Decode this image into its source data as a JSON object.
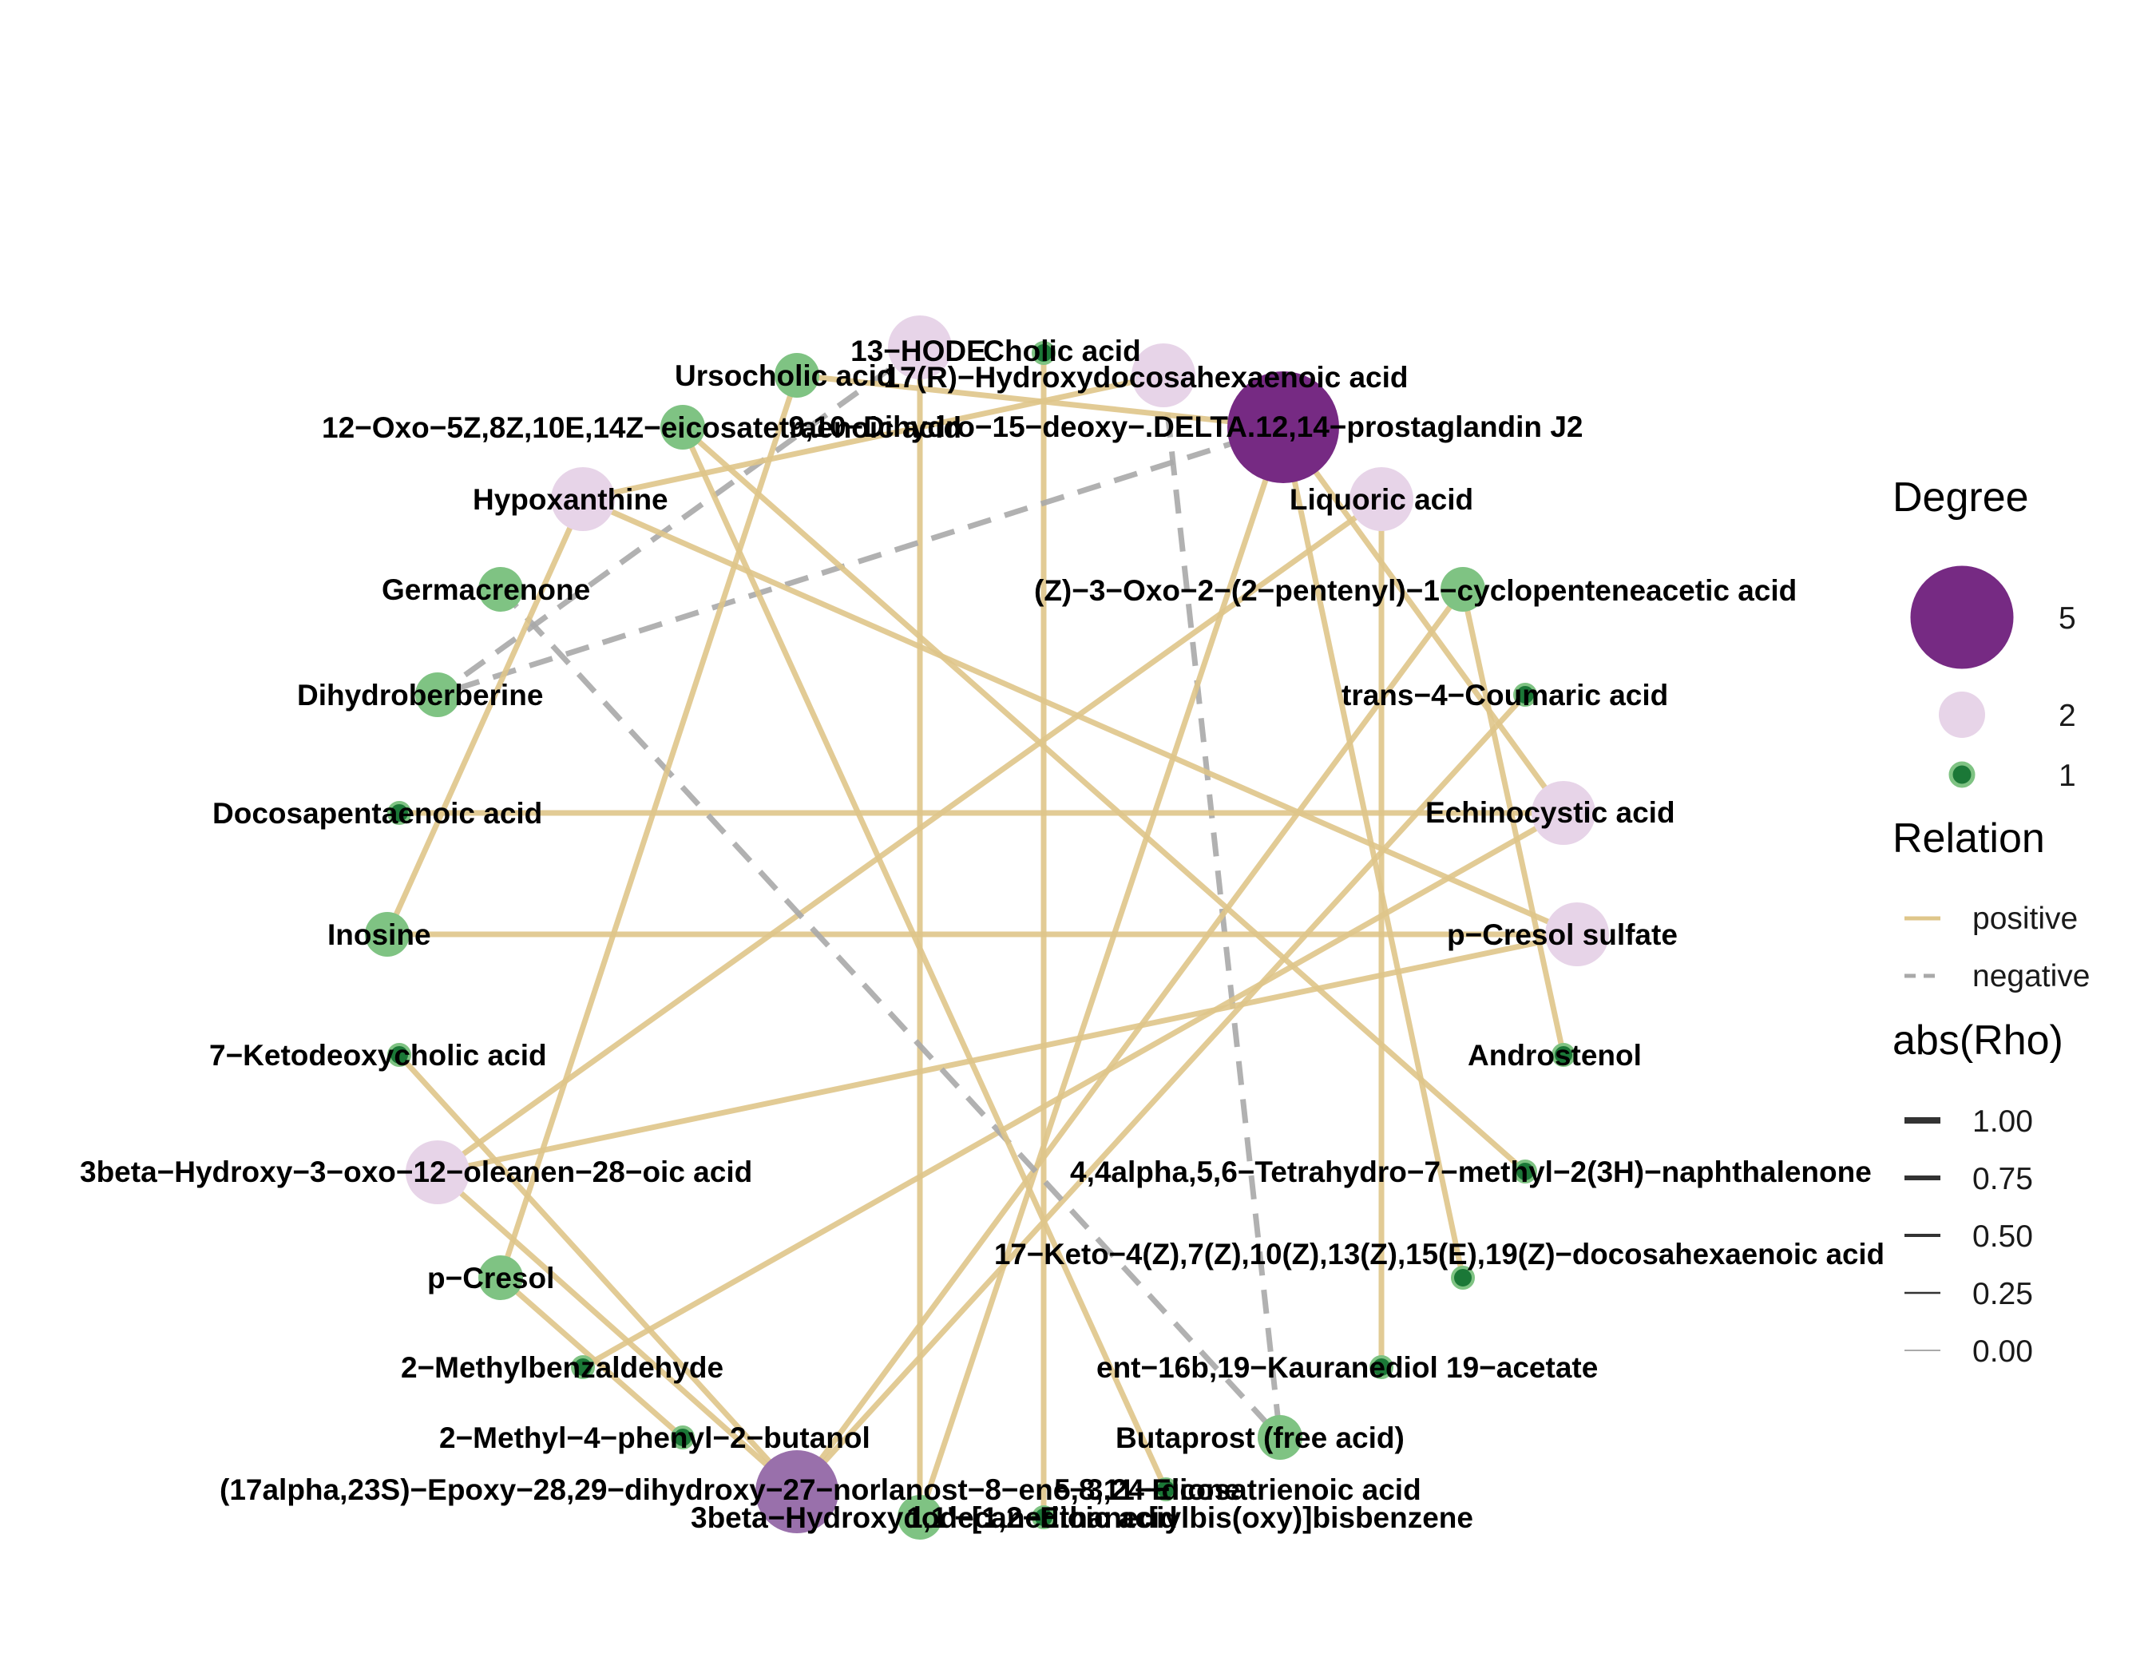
{
  "colors": {
    "positive": "#DFC68A",
    "negative": "#A9A9A9",
    "degree5": "#762A83",
    "degree3": "#9970AB",
    "degree2": "#E7D4E8",
    "degree1_ring_large": "#7FC383",
    "degree1_small": "#1B7837"
  },
  "legend": {
    "degree_title": "Degree",
    "degree_items": [
      "5",
      "2",
      "1"
    ],
    "relation_title": "Relation",
    "relation_items": [
      "positive",
      "negative"
    ],
    "rho_title": "abs(Rho)",
    "rho_items": [
      "1.00",
      "0.75",
      "0.50",
      "0.25",
      "0.00"
    ]
  },
  "nodes": [
    {
      "id": "13hode",
      "label": "13−HODE",
      "degree": 2
    },
    {
      "id": "cholic",
      "label": "Cholic acid",
      "degree": 1
    },
    {
      "id": "17rhydroxy",
      "label": "17(R)−Hydroxydocosahexaenoic acid",
      "degree": 2
    },
    {
      "id": "pgj2",
      "label": "9,10−Dihydro−15−deoxy−.DELTA.12,14−prostaglandin J2",
      "degree": 5
    },
    {
      "id": "liquoric",
      "label": "Liquoric acid",
      "degree": 2
    },
    {
      "id": "z3oxo",
      "label": "(Z)−3−Oxo−2−(2−pentenyl)−1−cyclopenteneacetic acid",
      "degree": 1
    },
    {
      "id": "coumaric",
      "label": "trans−4−Coumaric acid",
      "degree": 1
    },
    {
      "id": "echinocystic",
      "label": "Echinocystic acid",
      "degree": 2
    },
    {
      "id": "pcresolsulfate",
      "label": "p−Cresol sulfate",
      "degree": 2
    },
    {
      "id": "androstenol",
      "label": "Androstenol",
      "degree": 1
    },
    {
      "id": "naphthal",
      "label": "4,4alpha,5,6−Tetrahydro−7−methyl−2(3H)−naphthalenone",
      "degree": 1
    },
    {
      "id": "17keto",
      "label": "17−Keto−4(Z),7(Z),10(Z),13(Z),15(E),19(Z)−docosahexaenoic acid",
      "degree": 1
    },
    {
      "id": "kauranediol",
      "label": "ent−16b,19−Kauranediol 19−acetate",
      "degree": 1
    },
    {
      "id": "butaprost",
      "label": "Butaprost (free acid)",
      "degree": 1
    },
    {
      "id": "eicosatrienoic",
      "label": "5,8,11−Eicosatrienoic acid",
      "degree": 1
    },
    {
      "id": "bisbenzene",
      "label": "1,1'−[1,2−Ethanediylbis(oxy)]bisbenzene",
      "degree": 1
    },
    {
      "id": "hydroxydodecanedioic",
      "label": "3beta−Hydroxydodecanedioic acid",
      "degree": 1
    },
    {
      "id": "epoxy",
      "label": "(17alpha,23S)−Epoxy−28,29−dihydroxy−27−norlanost−8−ene−3,24−dione",
      "degree": 3
    },
    {
      "id": "methylphenylbutanol",
      "label": "2−Methyl−4−phenyl−2−butanol",
      "degree": 1
    },
    {
      "id": "methylbenzaldehyde",
      "label": "2−Methylbenzaldehyde",
      "degree": 1
    },
    {
      "id": "pcresol",
      "label": "p−Cresol",
      "degree": 1
    },
    {
      "id": "oleanen",
      "label": "3beta−Hydroxy−3−oxo−12−oleanen−28−oic acid",
      "degree": 2
    },
    {
      "id": "7keto",
      "label": "7−Ketodeoxycholic acid",
      "degree": 1
    },
    {
      "id": "inosine",
      "label": "Inosine",
      "degree": 1
    },
    {
      "id": "docosapentaenoic",
      "label": "Docosapentaenoic acid",
      "degree": 1
    },
    {
      "id": "dihydroberberine",
      "label": "Dihydroberberine",
      "degree": 1
    },
    {
      "id": "germacrenone",
      "label": "Germacrenone",
      "degree": 1
    },
    {
      "id": "hypoxanthine",
      "label": "Hypoxanthine",
      "degree": 2
    },
    {
      "id": "12oxo",
      "label": "12−Oxo−5Z,8Z,10E,14Z−eicosatetraenoic acid",
      "degree": 1
    },
    {
      "id": "ursocholic",
      "label": "Ursocholic acid",
      "degree": 1
    }
  ],
  "edges": [
    {
      "source": "13hode",
      "target": "dihydroberberine",
      "relation": "negative"
    },
    {
      "source": "13hode",
      "target": "hydroxydodecanedioic",
      "relation": "positive"
    },
    {
      "source": "cholic",
      "target": "bisbenzene",
      "relation": "positive"
    },
    {
      "source": "17rhydroxy",
      "target": "butaprost",
      "relation": "negative"
    },
    {
      "source": "17rhydroxy",
      "target": "hypoxanthine",
      "relation": "positive"
    },
    {
      "source": "pgj2",
      "target": "dihydroberberine",
      "relation": "negative"
    },
    {
      "source": "pgj2",
      "target": "ursocholic",
      "relation": "positive"
    },
    {
      "source": "pgj2",
      "target": "hydroxydodecanedioic",
      "relation": "positive"
    },
    {
      "source": "pgj2",
      "target": "echinocystic",
      "relation": "positive"
    },
    {
      "source": "pgj2",
      "target": "17keto",
      "relation": "positive"
    },
    {
      "source": "liquoric",
      "target": "oleanen",
      "relation": "positive"
    },
    {
      "source": "liquoric",
      "target": "kauranediol",
      "relation": "positive"
    },
    {
      "source": "z3oxo",
      "target": "epoxy",
      "relation": "positive"
    },
    {
      "source": "z3oxo",
      "target": "androstenol",
      "relation": "positive"
    },
    {
      "source": "coumaric",
      "target": "epoxy",
      "relation": "positive"
    },
    {
      "source": "echinocystic",
      "target": "methylbenzaldehyde",
      "relation": "positive"
    },
    {
      "source": "echinocystic",
      "target": "docosapentaenoic",
      "relation": "positive"
    },
    {
      "source": "pcresolsulfate",
      "target": "inosine",
      "relation": "positive"
    },
    {
      "source": "pcresolsulfate",
      "target": "oleanen",
      "relation": "positive"
    },
    {
      "source": "pcresolsulfate",
      "target": "hypoxanthine",
      "relation": "positive"
    },
    {
      "source": "naphthal",
      "target": "12oxo",
      "relation": "positive"
    },
    {
      "source": "germacrenone",
      "target": "butaprost",
      "relation": "negative"
    },
    {
      "source": "ursocholic",
      "target": "pcresol",
      "relation": "positive"
    },
    {
      "source": "hypoxanthine",
      "target": "inosine",
      "relation": "positive"
    },
    {
      "source": "pcresol",
      "target": "methylphenylbutanol",
      "relation": "positive"
    },
    {
      "source": "12oxo",
      "target": "eicosatrienoic",
      "relation": "positive"
    },
    {
      "source": "7keto",
      "target": "epoxy",
      "relation": "positive"
    },
    {
      "source": "epoxy",
      "target": "oleanen",
      "relation": "positive"
    }
  ]
}
